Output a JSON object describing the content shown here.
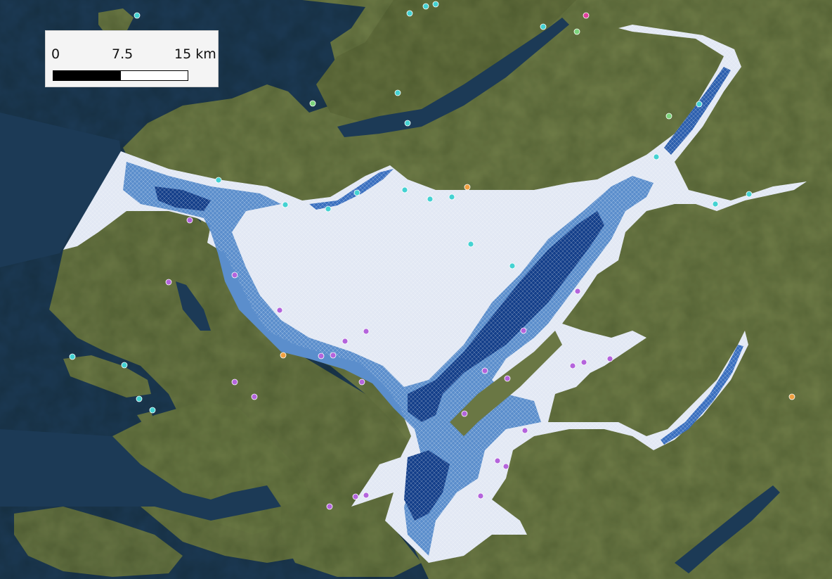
{
  "scale_bar": {
    "labels": [
      "0",
      "7.5",
      "15 km"
    ]
  },
  "colors": {
    "sea": "#1c3a56",
    "land": "#6d7a45",
    "mesh_light": "#e6ecf7",
    "mesh_mid": "#5b8ecc",
    "mesh_deep": "#123d86",
    "site_purple": "#b464dc",
    "site_cyan": "#44d2d2",
    "site_green": "#7cd47c",
    "site_orange": "#f0a040",
    "site_pink": "#e0409c"
  },
  "legend_items": []
}
